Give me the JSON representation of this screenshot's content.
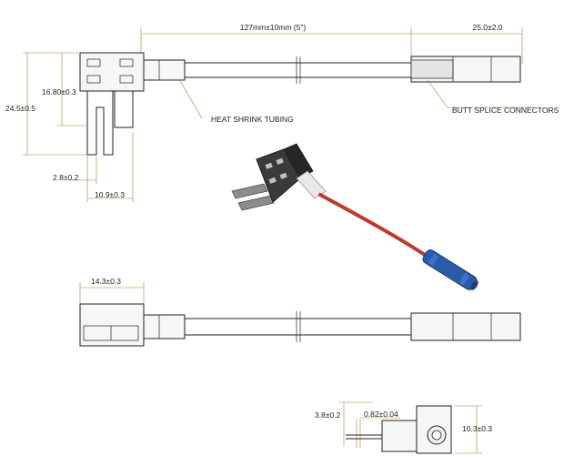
{
  "dimensions": {
    "cable_length": "127mm±10mm (5\")",
    "splice_length": "25.0±2.0",
    "total_height": "24.5±0.5",
    "housing_height": "16.80±0.3",
    "blade_width": "2.8±0.2",
    "blade_span": "10.9±0.3",
    "side_width": "14.3±0.3",
    "end_offset": "3.8±0.2",
    "blade_thickness": "0.82±0.04",
    "end_height": "10.3±0.3"
  },
  "callouts": {
    "heat_shrink": "HEAT SHRINK TUBING",
    "butt_splice": "BUTT SPLICE CONNECTORS"
  },
  "colors": {
    "wire": "#c0392b",
    "butt_connector": "#2a5aa8",
    "fuse_body": "#3a3a3a",
    "dimension_line": "#b07a2a"
  }
}
